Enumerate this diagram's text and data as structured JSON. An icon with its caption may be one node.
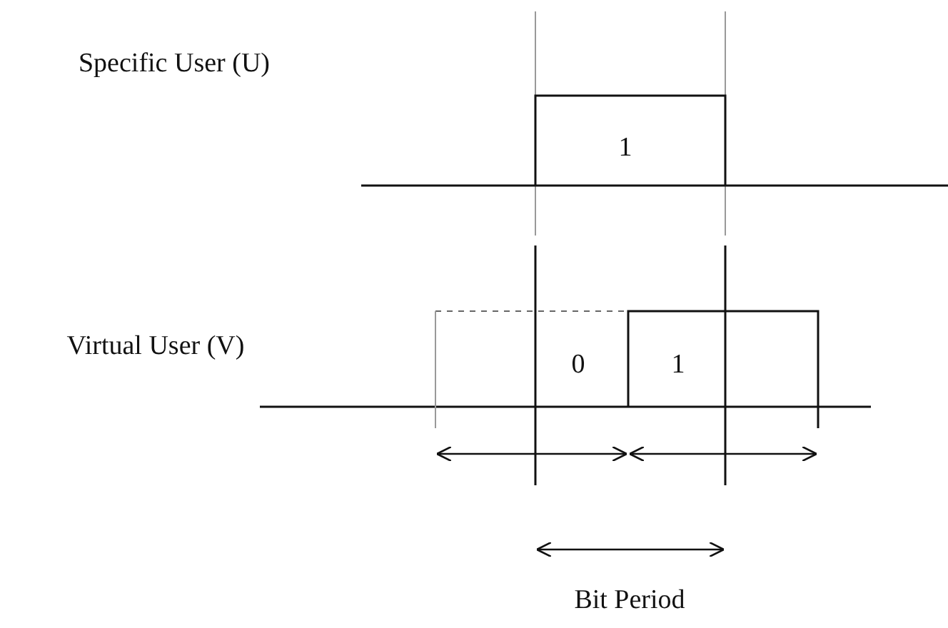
{
  "diagram": {
    "labels": [
      "Specific User (U)",
      "1",
      "Virtual User (V)",
      "0",
      "1",
      "Bit Period"
    ]
  }
}
